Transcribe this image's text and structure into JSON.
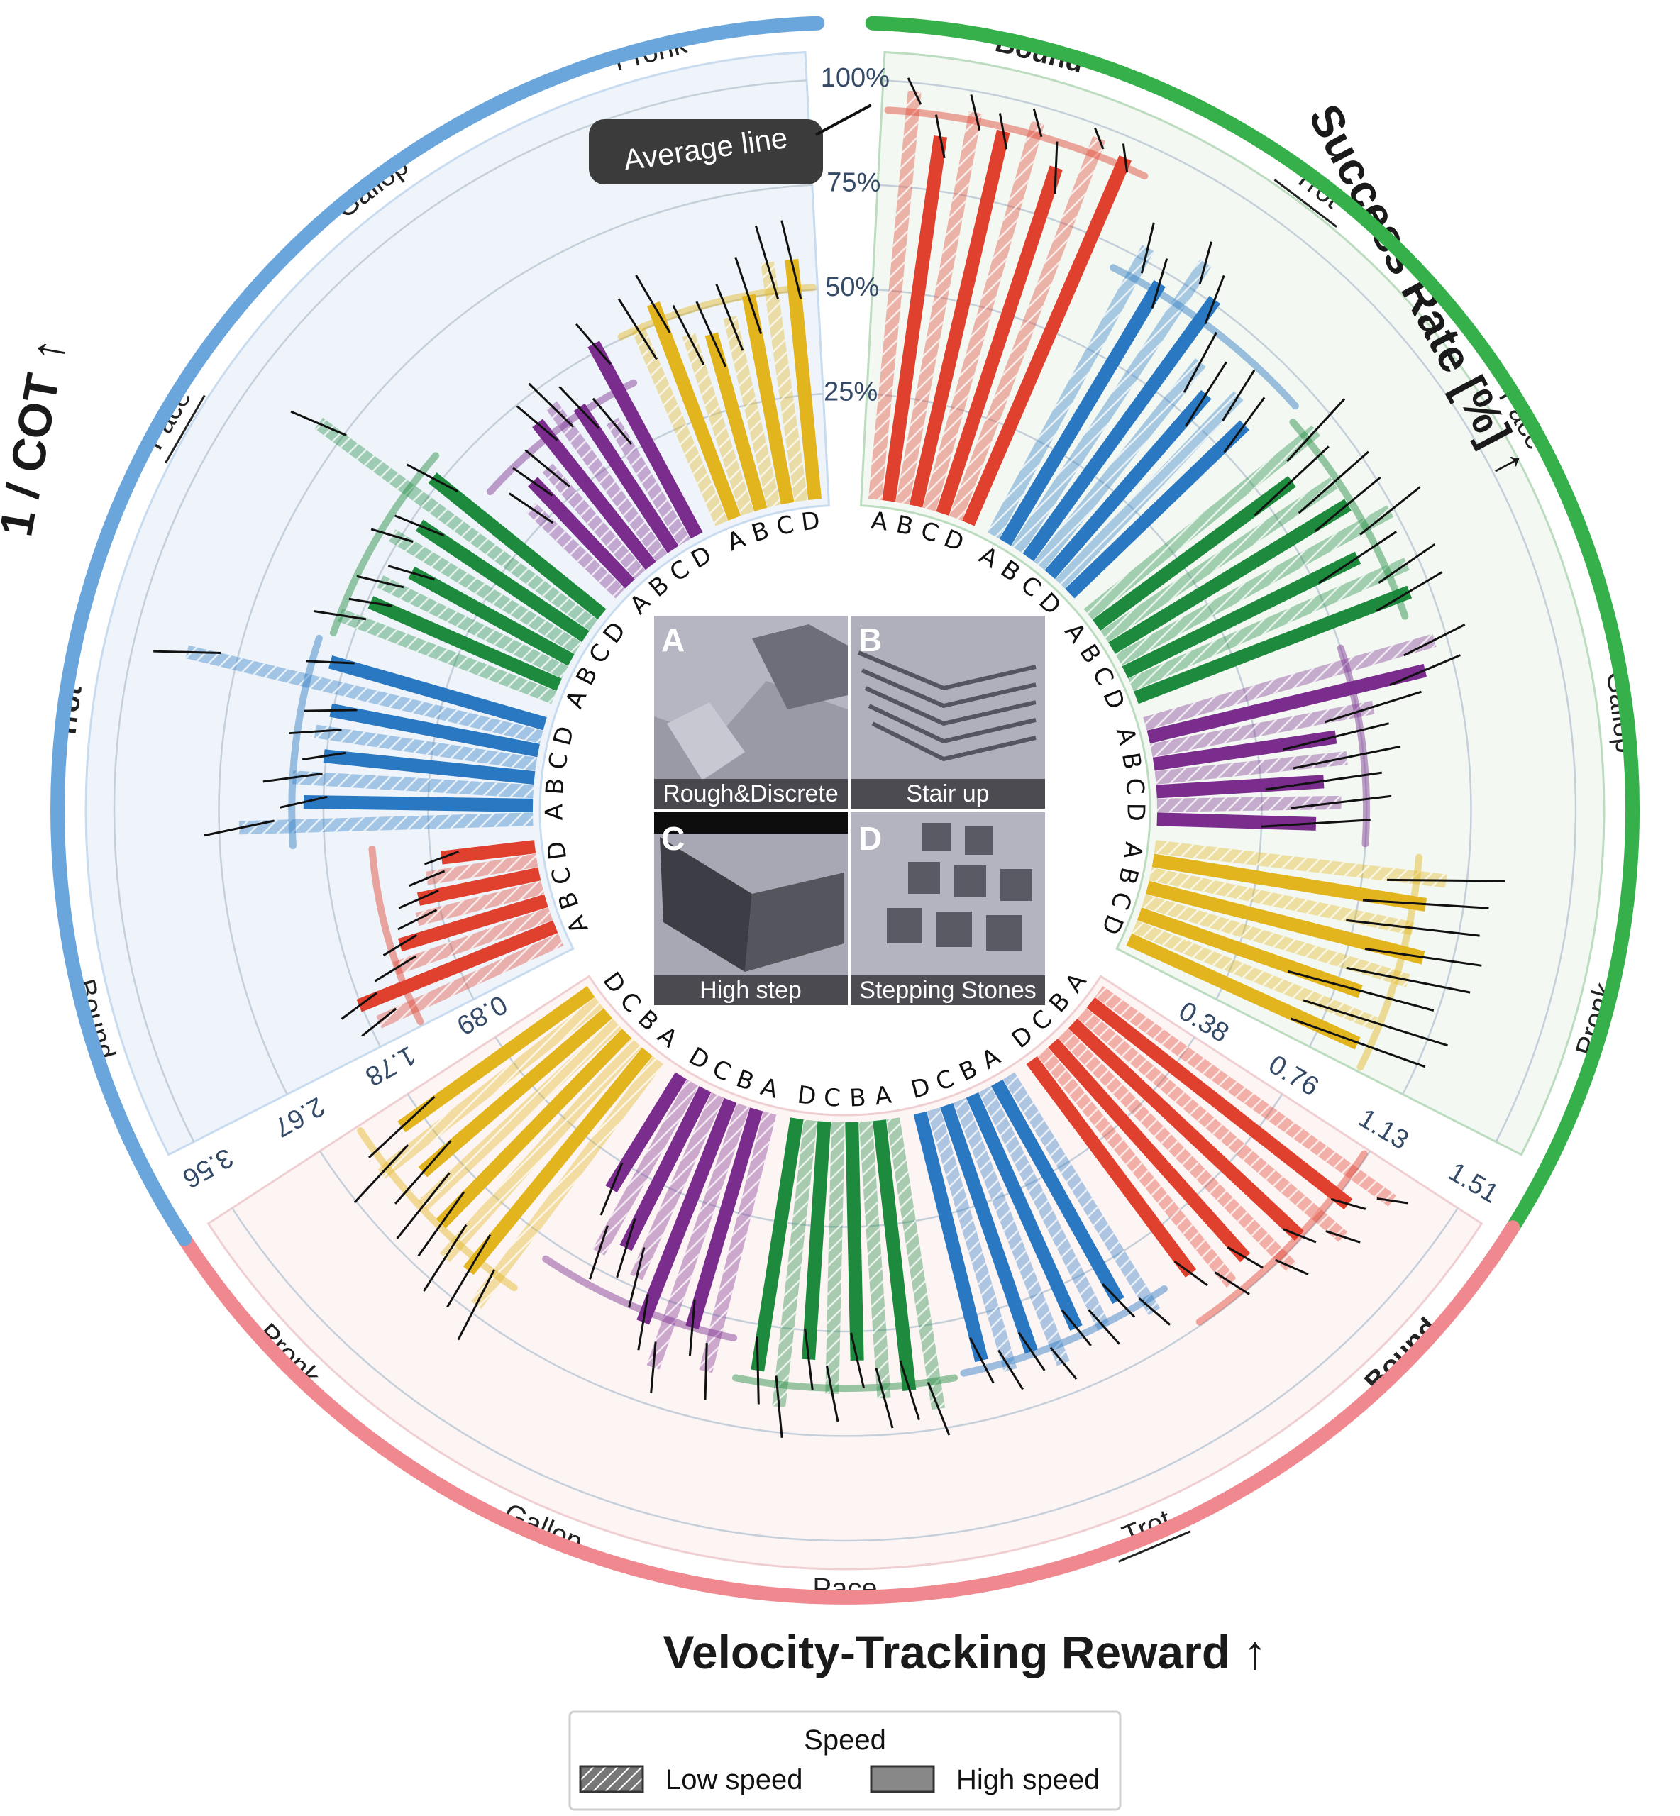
{
  "colors": {
    "Bound": "#e0402e",
    "Trot": "#2a78c2",
    "Pace": "#1d8a3e",
    "Gallop": "#7b2d8e",
    "Pronk": "#e2b51e",
    "cot_arc": "#6aa6dc",
    "success_arc": "#35b04a",
    "velocity_arc": "#f08890"
  },
  "inset": {
    "panels": [
      {
        "letter": "A",
        "caption": "Rough&Discrete"
      },
      {
        "letter": "B",
        "caption": "Stair up"
      },
      {
        "letter": "C",
        "caption": "High step"
      },
      {
        "letter": "D",
        "caption": "Stepping Stones"
      }
    ]
  },
  "legend": {
    "title": "Speed",
    "low": "Low speed",
    "high": "High speed"
  },
  "callout": {
    "text": "Average line"
  },
  "chart_data": [
    {
      "type": "bar",
      "subtype": "radial",
      "title": "Success Rate [%] ↑",
      "tick_labels": [
        "25%",
        "50%",
        "75%",
        "100%"
      ],
      "ylim": [
        0,
        100
      ],
      "terrains": [
        "A",
        "B",
        "C",
        "D"
      ],
      "gaits": [
        {
          "name": "Bound",
          "emphasis": true,
          "underline": false,
          "low": [
            98,
            95,
            96,
            97
          ],
          "high": [
            88,
            92,
            87,
            95
          ],
          "err_low": [
            3,
            4,
            3,
            2
          ],
          "err_high": [
            5,
            4,
            6,
            3
          ],
          "avg": 93
        },
        {
          "name": "Trot",
          "emphasis": false,
          "underline": true,
          "low": [
            78,
            82,
            62,
            62
          ],
          "high": [
            72,
            76,
            57,
            58
          ],
          "err_low": [
            6,
            5,
            8,
            7
          ],
          "err_high": [
            6,
            6,
            9,
            8
          ],
          "avg": 70
        },
        {
          "name": "Pace",
          "emphasis": false,
          "underline": false,
          "low": [
            70,
            66,
            74,
            72
          ],
          "high": [
            58,
            66,
            62,
            70
          ],
          "err_low": [
            10,
            11,
            9,
            8
          ],
          "err_high": [
            12,
            10,
            11,
            9
          ],
          "avg": 67
        },
        {
          "name": "Gallop",
          "emphasis": false,
          "underline": false,
          "low": [
            72,
            54,
            46,
            44
          ],
          "high": [
            68,
            44,
            40,
            38
          ],
          "err_low": [
            8,
            12,
            13,
            12
          ],
          "err_high": [
            9,
            13,
            14,
            13
          ],
          "avg": 50
        },
        {
          "name": "Pronk",
          "emphasis": false,
          "underline": false,
          "low": [
            70,
            64,
            66,
            62
          ],
          "high": [
            66,
            68,
            56,
            60
          ],
          "err_low": [
            14,
            16,
            15,
            18
          ],
          "err_high": [
            15,
            14,
            18,
            17
          ],
          "avg": 63
        }
      ]
    },
    {
      "type": "bar",
      "subtype": "radial",
      "title": "Velocity-Tracking Reward ↑",
      "tick_labels": [
        "0.38",
        "0.76",
        "1.13",
        "1.51"
      ],
      "ylim": [
        0,
        1.51
      ],
      "terrains": [
        "A",
        "B",
        "C",
        "D"
      ],
      "gaits": [
        {
          "name": "Bound",
          "emphasis": true,
          "underline": false,
          "low": [
            1.3,
            1.24,
            1.18,
            1.08
          ],
          "high": [
            1.18,
            1.12,
            1.04,
            0.96
          ],
          "err_low": [
            0.05,
            0.06,
            0.06,
            0.07
          ],
          "err_high": [
            0.06,
            0.06,
            0.07,
            0.07
          ],
          "avg": 1.12
        },
        {
          "name": "Trot",
          "emphasis": false,
          "underline": true,
          "low": [
            1.0,
            0.96,
            1.02,
            0.98
          ],
          "high": [
            0.9,
            0.92,
            0.94,
            0.92
          ],
          "err_low": [
            0.07,
            0.08,
            0.07,
            0.08
          ],
          "err_high": [
            0.08,
            0.08,
            0.08,
            0.09
          ],
          "avg": 0.95
        },
        {
          "name": "Pace",
          "emphasis": false,
          "underline": false,
          "low": [
            1.06,
            1.0,
            0.98,
            1.04
          ],
          "high": [
            0.98,
            0.86,
            0.86,
            0.92
          ],
          "err_low": [
            0.1,
            0.11,
            0.1,
            0.11
          ],
          "err_high": [
            0.11,
            0.1,
            0.11,
            0.12
          ],
          "avg": 0.96
        },
        {
          "name": "Gallop",
          "emphasis": false,
          "underline": false,
          "low": [
            0.96,
            1.0,
            0.72,
            0.7
          ],
          "high": [
            0.82,
            0.86,
            0.64,
            0.48
          ],
          "err_low": [
            0.1,
            0.09,
            0.11,
            0.1
          ],
          "err_high": [
            0.1,
            0.1,
            0.11,
            0.1
          ],
          "avg": 0.82
        },
        {
          "name": "Pronk",
          "emphasis": false,
          "underline": false,
          "low": [
            1.1,
            1.04,
            0.96,
            1.0
          ],
          "high": [
            1.02,
            0.96,
            0.88,
            0.84
          ],
          "err_low": [
            0.14,
            0.14,
            0.15,
            0.14
          ],
          "err_high": [
            0.15,
            0.14,
            0.15,
            0.16
          ],
          "avg": 0.97
        }
      ]
    },
    {
      "type": "bar",
      "subtype": "radial",
      "title": "1 / COT ↑",
      "tick_labels": [
        "0.89",
        "1.78",
        "2.67",
        "3.56"
      ],
      "ylim": [
        0,
        3.56
      ],
      "terrains": [
        "A",
        "B",
        "C",
        "D"
      ],
      "gaits": [
        {
          "name": "Bound",
          "emphasis": false,
          "underline": false,
          "low": [
            1.7,
            1.4,
            1.1,
            0.95
          ],
          "high": [
            1.8,
            1.3,
            1.05,
            0.8
          ],
          "err_low": [
            0.18,
            0.2,
            0.18,
            0.16
          ],
          "err_high": [
            0.18,
            0.16,
            0.18,
            0.15
          ],
          "avg": 1.38
        },
        {
          "name": "Trot",
          "emphasis": true,
          "underline": false,
          "low": [
            2.5,
            2.05,
            1.9,
            3.1
          ],
          "high": [
            1.95,
            1.8,
            1.8,
            1.9
          ],
          "err_low": [
            0.3,
            0.25,
            0.22,
            0.28
          ],
          "err_high": [
            0.2,
            0.18,
            0.22,
            0.2
          ],
          "avg": 2.05
        },
        {
          "name": "Pace",
          "emphasis": false,
          "underline": true,
          "low": [
            1.95,
            1.75,
            1.85,
            2.9
          ],
          "high": [
            1.75,
            1.55,
            1.7,
            1.85
          ],
          "err_low": [
            0.22,
            0.2,
            0.18,
            0.25
          ],
          "err_high": [
            0.18,
            0.2,
            0.22,
            0.24
          ],
          "avg": 1.95
        },
        {
          "name": "Gallop",
          "emphasis": false,
          "underline": false,
          "low": [
            1.05,
            1.2,
            1.6,
            1.2
          ],
          "high": [
            1.2,
            1.55,
            1.45,
            1.85
          ],
          "err_low": [
            0.22,
            0.24,
            0.26,
            0.25
          ],
          "err_high": [
            0.2,
            0.22,
            0.24,
            0.22
          ],
          "avg": 1.4
        },
        {
          "name": "Pronk",
          "emphasis": false,
          "underline": false,
          "low": [
            1.8,
            1.6,
            1.65,
            2.05
          ],
          "high": [
            1.95,
            1.55,
            1.8,
            2.05
          ],
          "err_low": [
            0.3,
            0.28,
            0.3,
            0.32
          ],
          "err_high": [
            0.28,
            0.3,
            0.34,
            0.34
          ],
          "avg": 1.8
        }
      ]
    }
  ]
}
